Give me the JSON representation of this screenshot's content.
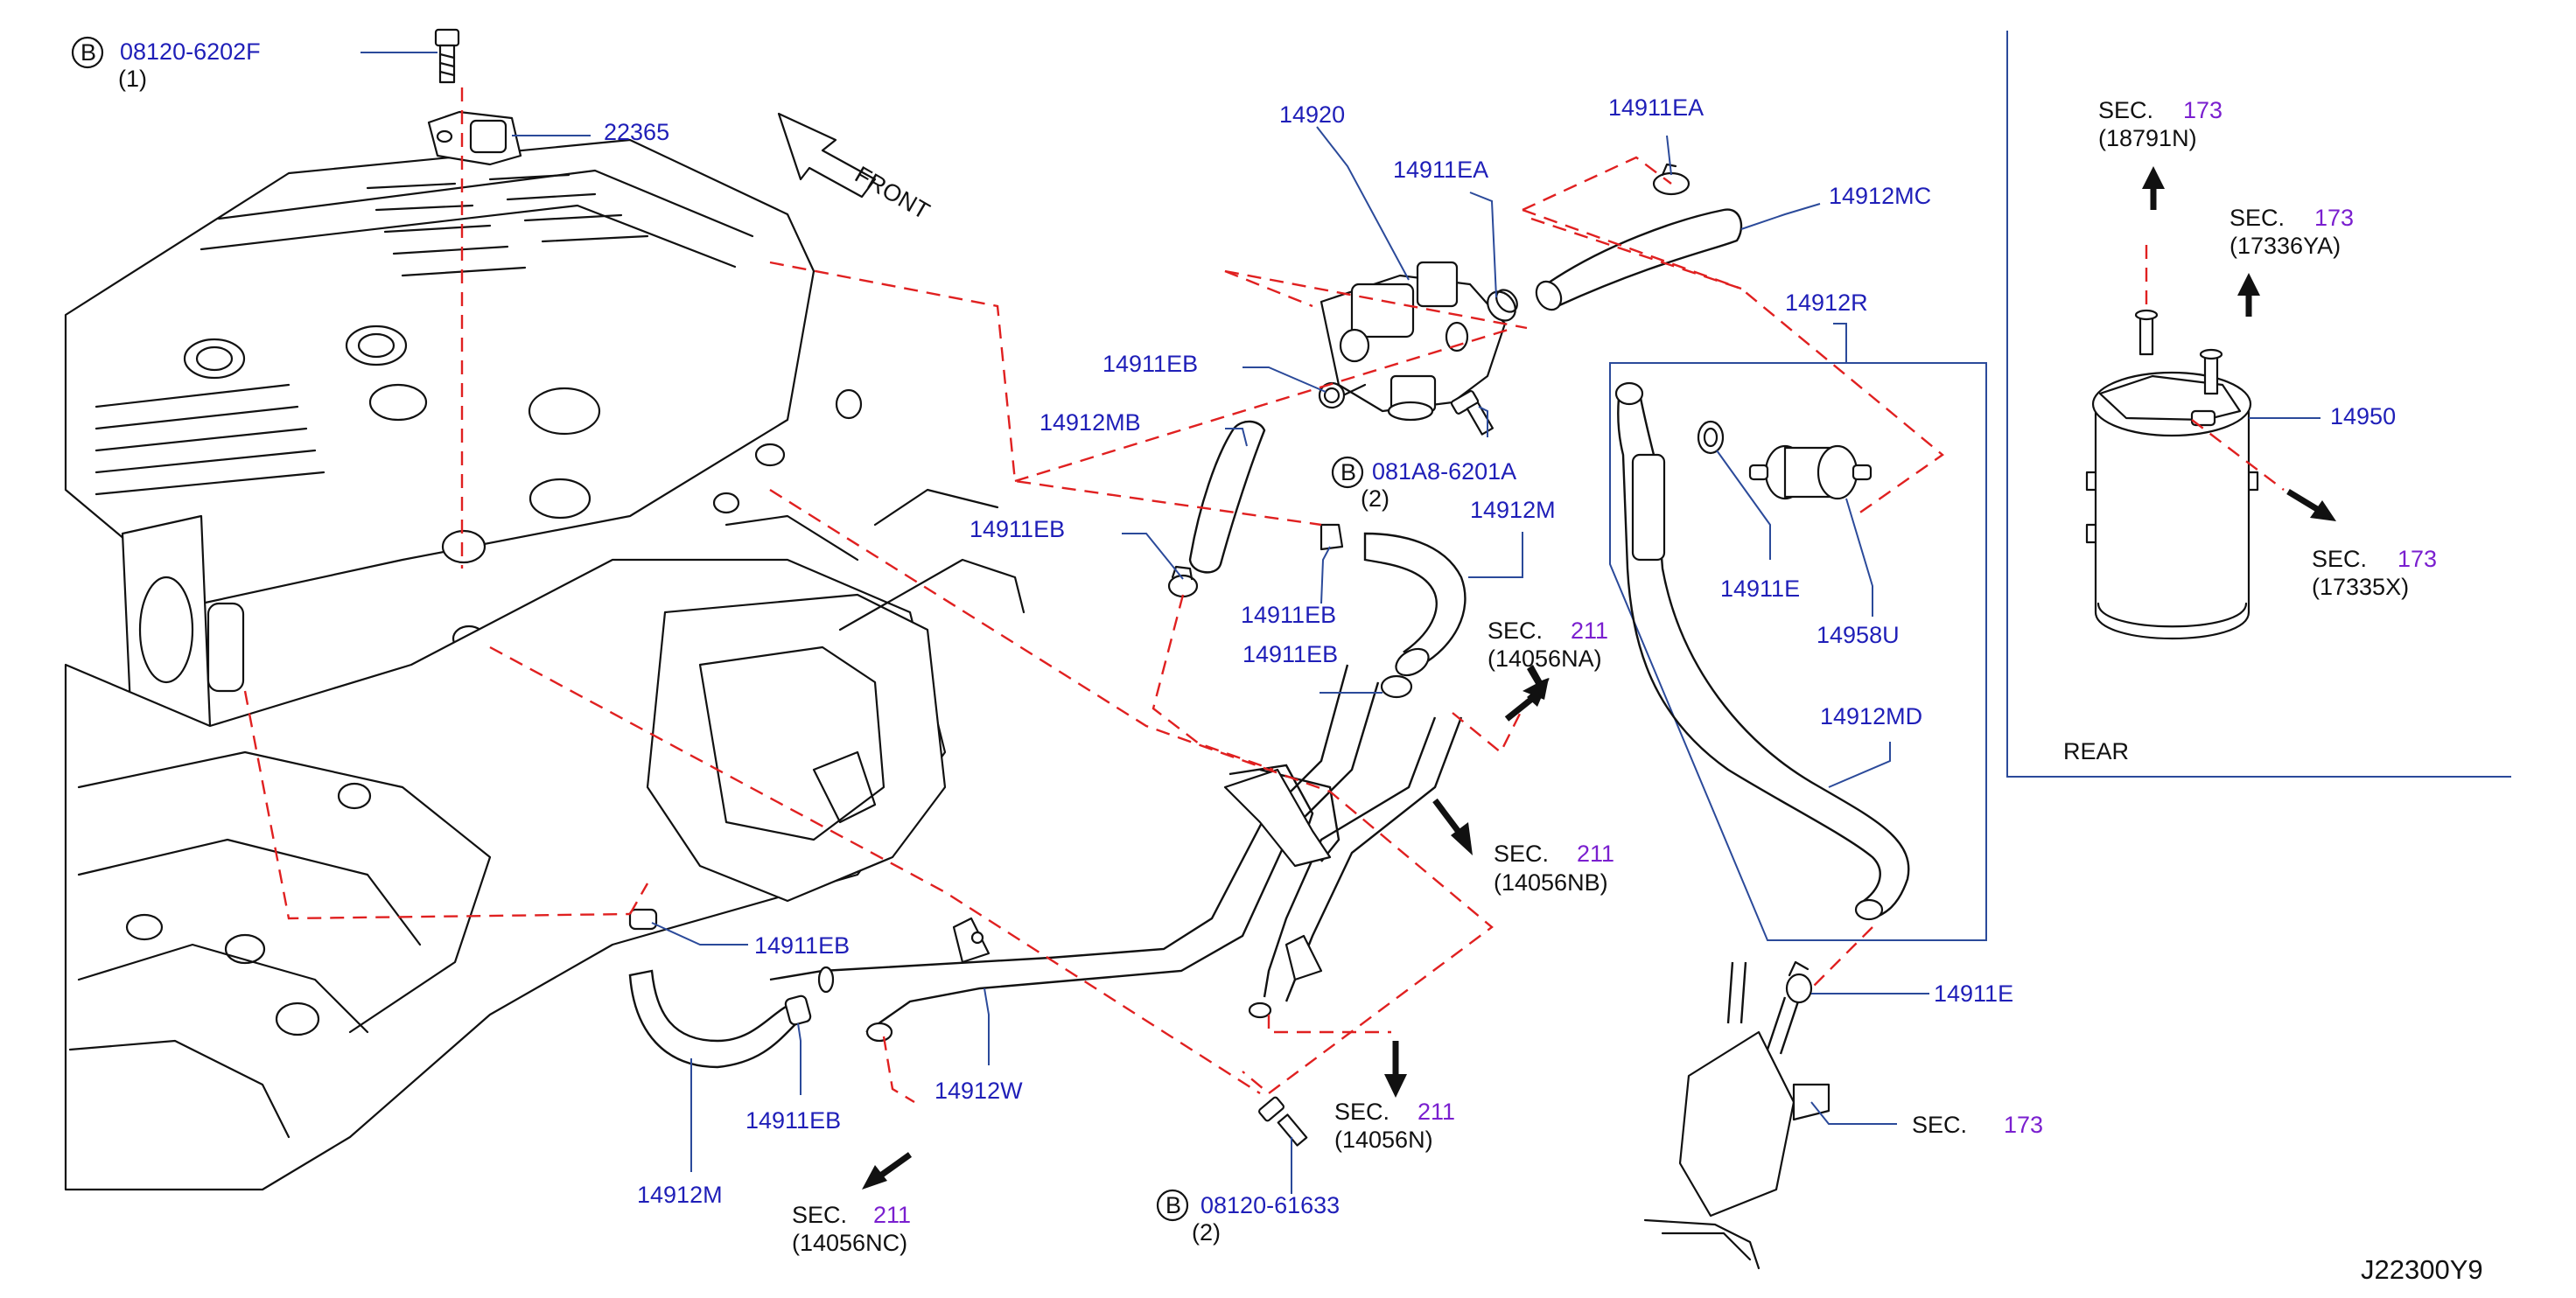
{
  "diagram_id": "J22300Y9",
  "front_label": "FRONT",
  "rear_label": "REAR",
  "bolt_marker": "B",
  "parts": {
    "p_08120_6202F": "08120-6202F",
    "p_08120_6202F_qty": "(1)",
    "p_22365": "22365",
    "p_14920": "14920",
    "p_14911EA_1": "14911EA",
    "p_14911EA_2": "14911EA",
    "p_14912MC": "14912MC",
    "p_14912R": "14912R",
    "p_14911EB_1": "14911EB",
    "p_14912MB": "14912MB",
    "p_081A8_6201A": "081A8-6201A",
    "p_081A8_6201A_qty": "(2)",
    "p_14912M_1": "14912M",
    "p_14911EB_2": "14911EB",
    "p_14911EB_3": "14911EB",
    "p_14911EB_4": "14911EB",
    "p_14911E_1": "14911E",
    "p_14958U": "14958U",
    "p_14912MD": "14912MD",
    "p_14950": "14950",
    "p_14911EB_5": "14911EB",
    "p_14911EB_6": "14911EB",
    "p_14912W": "14912W",
    "p_14912M_2": "14912M",
    "p_14911E_2": "14911E",
    "p_08120_61633": "08120-61633",
    "p_08120_61633_qty": "(2)"
  },
  "sections": {
    "sec_label": "SEC.",
    "sec_211_na": {
      "num": "211",
      "code": "(14056NA)"
    },
    "sec_211_nb": {
      "num": "211",
      "code": "(14056NB)"
    },
    "sec_211_n": {
      "num": "211",
      "code": "(14056N)"
    },
    "sec_211_nc": {
      "num": "211",
      "code": "(14056NC)"
    },
    "sec_173_n": {
      "num": "173",
      "code": "(18791N)"
    },
    "sec_173_ya": {
      "num": "173",
      "code": "(17336YA)"
    },
    "sec_173_x": {
      "num": "173",
      "code": "(17335X)"
    },
    "sec_173_b": {
      "num": "173"
    }
  }
}
